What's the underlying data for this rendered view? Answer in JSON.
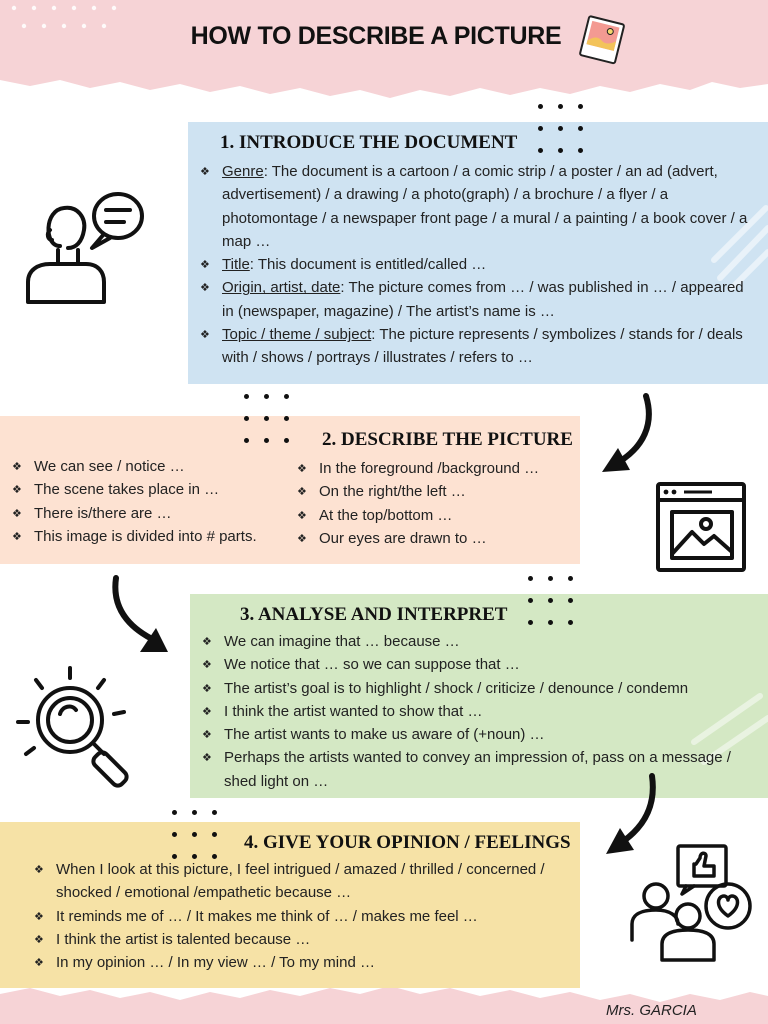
{
  "title": "HOW TO DESCRIBE A PICTURE",
  "colors": {
    "band_pink": "#f6d3d6",
    "section1_bg": "#cfe3f2",
    "section2_bg": "#fde2d2",
    "section3_bg": "#d4e8c4",
    "section4_bg": "#f6e2a6"
  },
  "icons": {
    "title": "picture-frame-icon",
    "section1": "person-speech-bubble-icon",
    "section2": "browser-image-icon",
    "section3": "magnifying-glass-icon",
    "section4": "people-like-heart-icon"
  },
  "sections": [
    {
      "heading": "1. INTRODUCE THE DOCUMENT",
      "items": [
        {
          "label": "Genre",
          "text": ": The document is a cartoon / a comic strip / a poster / an ad (advert, advertisement) / a drawing / a photo(graph) / a brochure / a flyer / a photomontage / a newspaper front page / a mural / a painting / a book cover / a map …"
        },
        {
          "label": "Title",
          "text": ": This document is entitled/called …"
        },
        {
          "label": "Origin, artist, date",
          "text": ": The picture comes from … / was published in … / appeared in (newspaper, magazine) / The artist’s name is …"
        },
        {
          "label": "Topic / theme / subject",
          "text": ": The picture represents / symbolizes / stands for / deals with / shows / portrays / illustrates / refers to …"
        }
      ]
    },
    {
      "heading": "2. DESCRIBE THE PICTURE",
      "items_left": [
        "We can see / notice …",
        "The scene takes place in …",
        "There is/there are …",
        "This image is divided into # parts."
      ],
      "items_right": [
        "In the foreground /background …",
        "On the right/the left …",
        "At the top/bottom …",
        "Our eyes are drawn to …"
      ]
    },
    {
      "heading": "3. ANALYSE AND INTERPRET",
      "items": [
        "We can imagine that … because …",
        "We notice that … so we can suppose that …",
        "The artist’s goal is to highlight / shock / criticize / denounce / condemn",
        "I think the artist wanted to show that …",
        "The artist wants to make us aware of (+noun) …",
        "Perhaps the artists wanted to convey an impression of, pass on a message / shed light on …"
      ]
    },
    {
      "heading": "4. GIVE YOUR OPINION / FEELINGS",
      "items": [
        "When I look at this picture, I feel intrigued / amazed / thrilled / concerned / shocked / emotional /empathetic because …",
        "It reminds me of … / It makes me think of … / makes me feel …",
        "I think the artist is talented because …",
        "In my opinion … / In my view … / To my mind …"
      ]
    }
  ],
  "credit": "Mrs. GARCIA"
}
